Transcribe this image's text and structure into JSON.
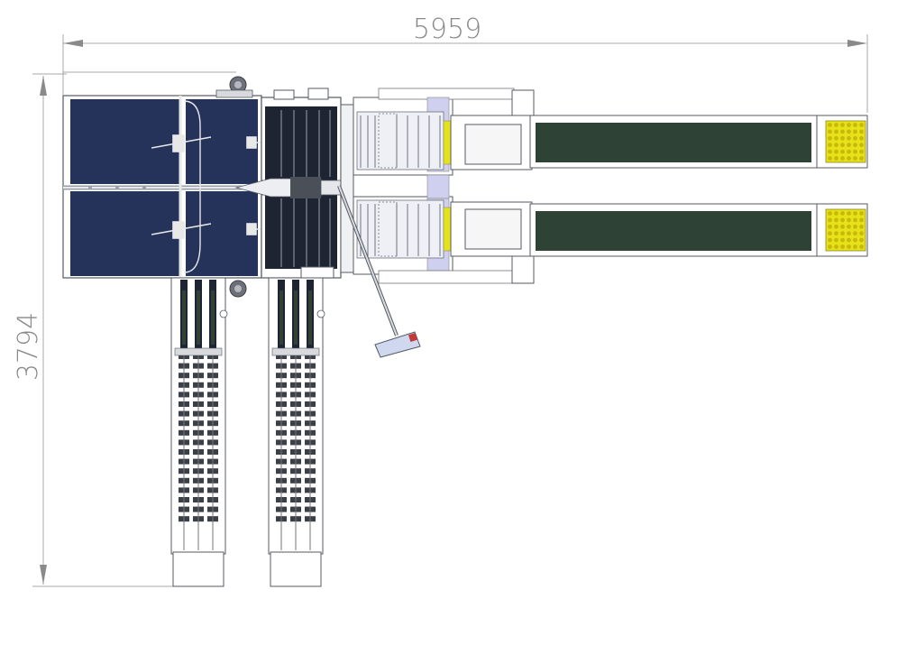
{
  "dimensions": {
    "width": "5959",
    "height": "3794"
  },
  "colors": {
    "navy_hopper": "#25335a",
    "dark_panel": "#1e2432",
    "belt_green": "#2e4236",
    "egg_tray": "#e6e219",
    "egg_cell": "#c9b80a",
    "frame_line": "#555a63",
    "dim_line": "#a8a8a8",
    "lavender": "#cfd0ef",
    "control_panel": "#cfd8ee",
    "red_accent": "#c23a3a"
  },
  "icons": {
    "dimension_arrow": "arrow-head",
    "tray": "egg-tray"
  }
}
